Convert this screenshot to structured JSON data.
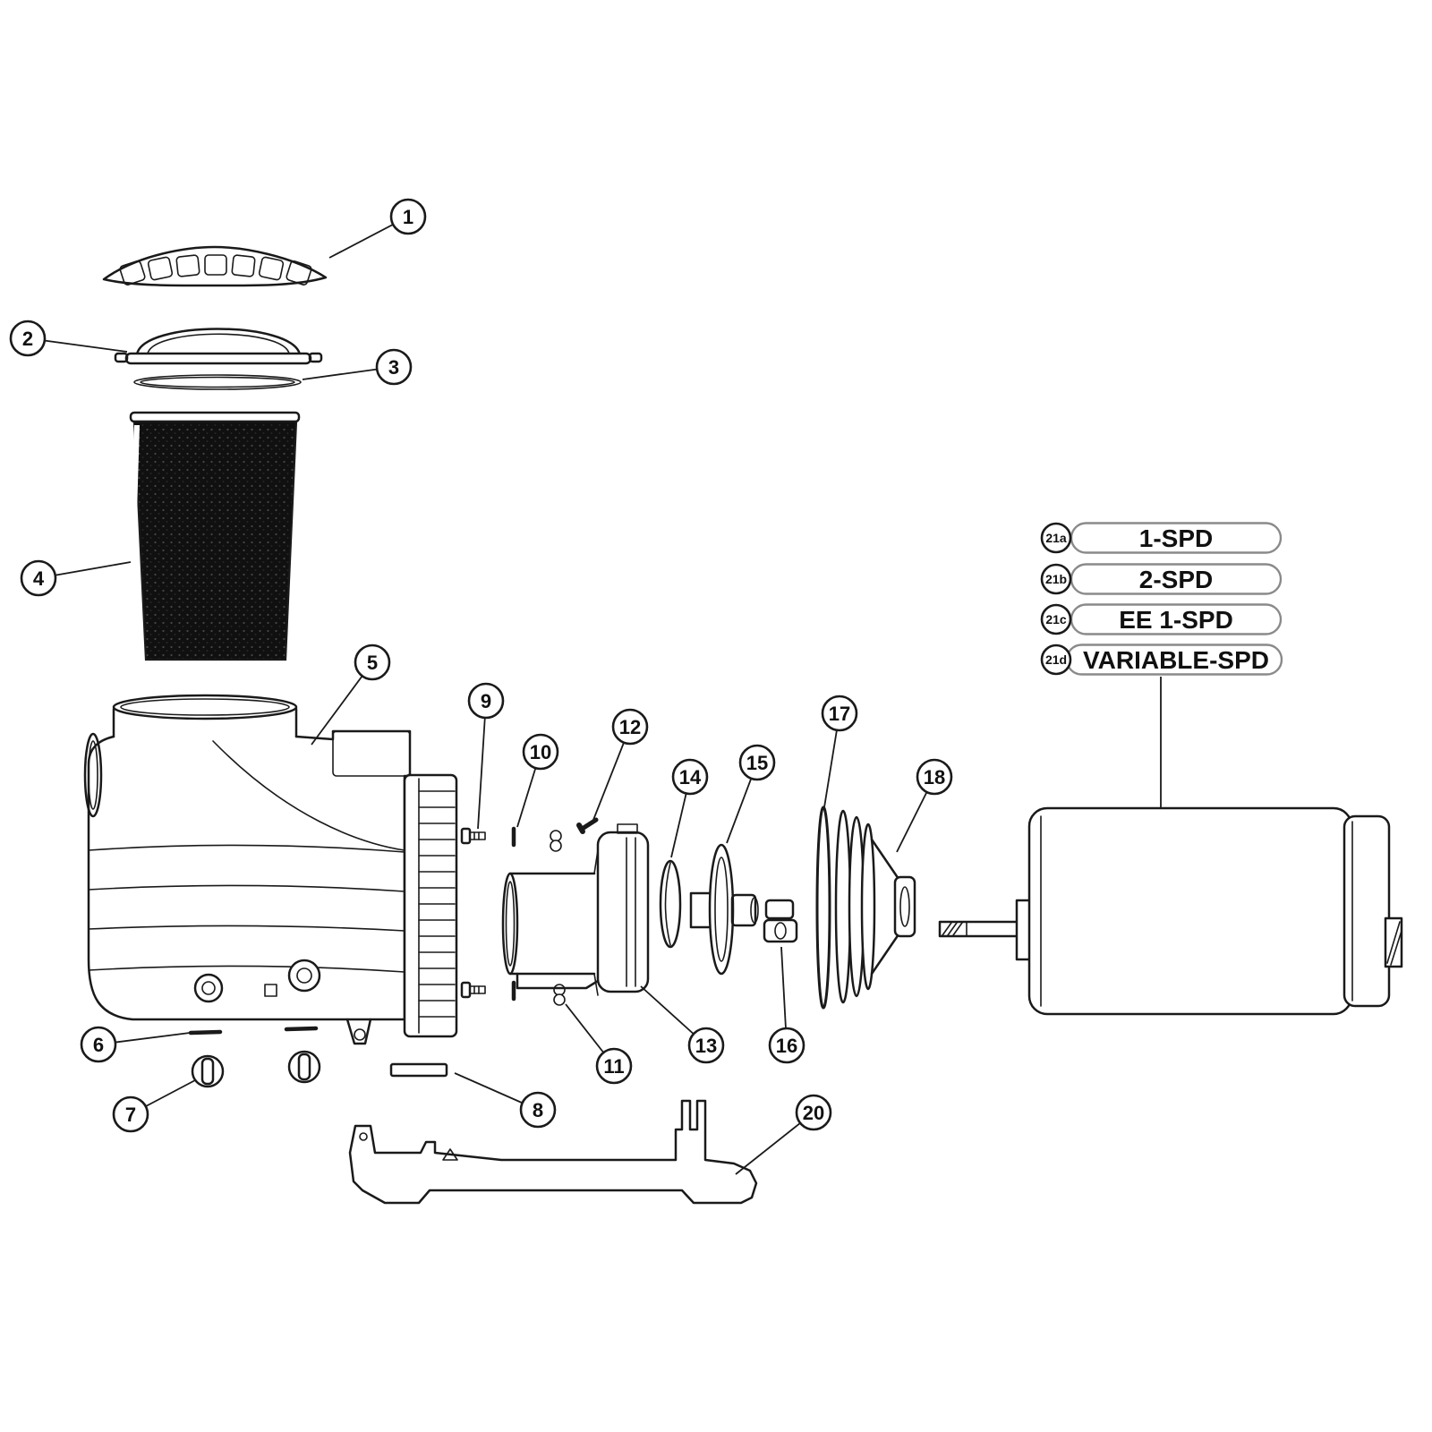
{
  "diagram": {
    "callouts": [
      {
        "number": "1"
      },
      {
        "number": "2"
      },
      {
        "number": "3"
      },
      {
        "number": "4"
      },
      {
        "number": "5"
      },
      {
        "number": "6"
      },
      {
        "number": "7"
      },
      {
        "number": "8"
      },
      {
        "number": "9"
      },
      {
        "number": "10"
      },
      {
        "number": "11"
      },
      {
        "number": "12"
      },
      {
        "number": "13"
      },
      {
        "number": "14"
      },
      {
        "number": "15"
      },
      {
        "number": "16"
      },
      {
        "number": "17"
      },
      {
        "number": "18"
      },
      {
        "number": "20"
      }
    ],
    "speed_options": [
      {
        "id": "21a",
        "label": "1-SPD"
      },
      {
        "id": "21b",
        "label": "2-SPD"
      },
      {
        "id": "21c",
        "label": "EE 1-SPD"
      },
      {
        "id": "21d",
        "label": "VARIABLE-SPD"
      }
    ],
    "colors": {
      "line": "#1a1a1a",
      "background": "#ffffff",
      "basket_fill": "#101010",
      "pill_stroke": "#8a8a8a"
    }
  }
}
